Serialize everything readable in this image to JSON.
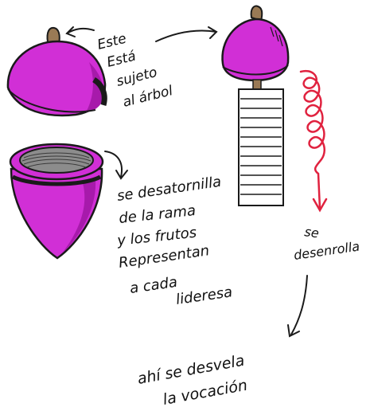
{
  "labels": {
    "top_note": [
      "Este",
      "Está",
      "sujeto",
      "al árbol"
    ],
    "unscrew_note": [
      "se desatornilla",
      "de la rama",
      "y los frutos",
      "Representan",
      "a cada",
      "lideresa"
    ],
    "unroll_note": [
      "se",
      "desenrolla"
    ],
    "reveal_note": [
      "ahí se desvela",
      "la vocación"
    ]
  },
  "colors": {
    "fruit": "#d12fd6",
    "fruit_shade": "#a71aab",
    "outline": "#1a1a1a",
    "spiral": "#e0223f",
    "stem": "#9a7a55"
  }
}
